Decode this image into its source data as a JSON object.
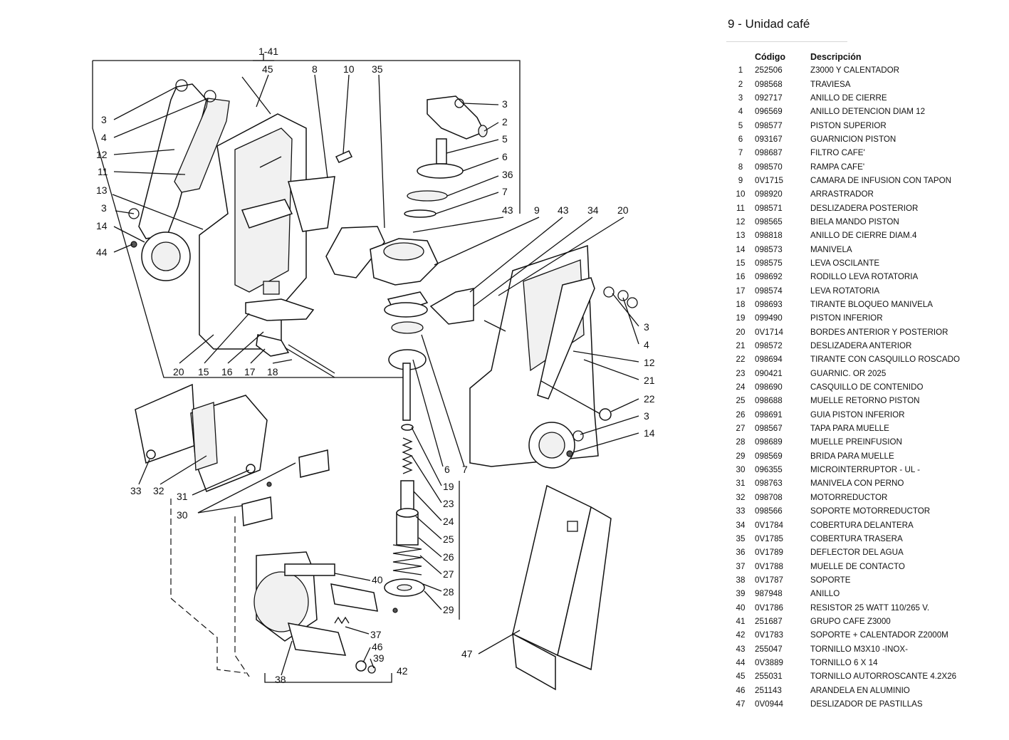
{
  "title": "9 - Unidad café",
  "table": {
    "headers": {
      "num": "",
      "code": "Código",
      "desc": "Descripción"
    },
    "rows": [
      {
        "n": "1",
        "code": "252506",
        "desc": "Z3000 Y CALENTADOR"
      },
      {
        "n": "2",
        "code": "098568",
        "desc": "TRAVIESA"
      },
      {
        "n": "3",
        "code": "092717",
        "desc": "ANILLO DE CIERRE"
      },
      {
        "n": "4",
        "code": "096569",
        "desc": "ANILLO DETENCION DIAM 12"
      },
      {
        "n": "5",
        "code": "098577",
        "desc": "PISTON SUPERIOR"
      },
      {
        "n": "6",
        "code": "093167",
        "desc": "GUARNICION PISTON"
      },
      {
        "n": "7",
        "code": "098687",
        "desc": "FILTRO CAFE'"
      },
      {
        "n": "8",
        "code": "098570",
        "desc": "RAMPA CAFE'"
      },
      {
        "n": "9",
        "code": "0V1715",
        "desc": "CAMARA DE INFUSION CON TAPON"
      },
      {
        "n": "10",
        "code": "098920",
        "desc": "ARRASTRADOR"
      },
      {
        "n": "11",
        "code": "098571",
        "desc": "DESLIZADERA POSTERIOR"
      },
      {
        "n": "12",
        "code": "098565",
        "desc": "BIELA MANDO PISTON"
      },
      {
        "n": "13",
        "code": "098818",
        "desc": "ANILLO DE CIERRE DIAM.4"
      },
      {
        "n": "14",
        "code": "098573",
        "desc": "MANIVELA"
      },
      {
        "n": "15",
        "code": "098575",
        "desc": "LEVA OSCILANTE"
      },
      {
        "n": "16",
        "code": "098692",
        "desc": "RODILLO LEVA ROTATORIA"
      },
      {
        "n": "17",
        "code": "098574",
        "desc": "LEVA ROTATORIA"
      },
      {
        "n": "18",
        "code": "098693",
        "desc": "TIRANTE BLOQUEO MANIVELA"
      },
      {
        "n": "19",
        "code": "099490",
        "desc": "PISTON INFERIOR"
      },
      {
        "n": "20",
        "code": "0V1714",
        "desc": "BORDES ANTERIOR Y POSTERIOR"
      },
      {
        "n": "21",
        "code": "098572",
        "desc": "DESLIZADERA ANTERIOR"
      },
      {
        "n": "22",
        "code": "098694",
        "desc": "TIRANTE CON CASQUILLO ROSCADO"
      },
      {
        "n": "23",
        "code": "090421",
        "desc": "GUARNIC. OR 2025"
      },
      {
        "n": "24",
        "code": "098690",
        "desc": "CASQUILLO DE CONTENIDO"
      },
      {
        "n": "25",
        "code": "098688",
        "desc": "MUELLE RETORNO PISTON"
      },
      {
        "n": "26",
        "code": "098691",
        "desc": "GUIA PISTON INFERIOR"
      },
      {
        "n": "27",
        "code": "098567",
        "desc": "TAPA PARA MUELLE"
      },
      {
        "n": "28",
        "code": "098689",
        "desc": "MUELLE PREINFUSION"
      },
      {
        "n": "29",
        "code": "098569",
        "desc": "BRIDA PARA MUELLE"
      },
      {
        "n": "30",
        "code": "096355",
        "desc": "MICROINTERRUPTOR - UL -"
      },
      {
        "n": "31",
        "code": "098763",
        "desc": "MANIVELA CON PERNO"
      },
      {
        "n": "32",
        "code": "098708",
        "desc": "MOTORREDUCTOR"
      },
      {
        "n": "33",
        "code": "098566",
        "desc": "SOPORTE MOTORREDUCTOR"
      },
      {
        "n": "34",
        "code": "0V1784",
        "desc": "COBERTURA DELANTERA"
      },
      {
        "n": "35",
        "code": "0V1785",
        "desc": "COBERTURA TRASERA"
      },
      {
        "n": "36",
        "code": "0V1789",
        "desc": "DEFLECTOR DEL AGUA"
      },
      {
        "n": "37",
        "code": "0V1788",
        "desc": "MUELLE DE CONTACTO"
      },
      {
        "n": "38",
        "code": "0V1787",
        "desc": "SOPORTE"
      },
      {
        "n": "39",
        "code": "987948",
        "desc": "ANILLO"
      },
      {
        "n": "40",
        "code": "0V1786",
        "desc": "RESISTOR 25 WATT 110/265 V."
      },
      {
        "n": "41",
        "code": "251687",
        "desc": "GRUPO CAFE Z3000"
      },
      {
        "n": "42",
        "code": "0V1783",
        "desc": "SOPORTE + CALENTADOR Z2000M"
      },
      {
        "n": "43",
        "code": "255047",
        "desc": "TORNILLO M3X10 -INOX-"
      },
      {
        "n": "44",
        "code": "0V3889",
        "desc": "TORNILLO 6 X 14"
      },
      {
        "n": "45",
        "code": "255031",
        "desc": "TORNILLO AUTORROSCANTE 4.2X26"
      },
      {
        "n": "46",
        "code": "251143",
        "desc": "ARANDELA EN ALUMINIO"
      },
      {
        "n": "47",
        "code": "0V0944",
        "desc": "DESLIZADOR DE PASTILLAS"
      }
    ]
  },
  "callouts": {
    "group": "1-41",
    "c45": "45",
    "c8": "8",
    "c10": "10",
    "c35": "35",
    "c3a": "3",
    "c2": "2",
    "c5": "5",
    "c6a": "6",
    "c36": "36",
    "c7a": "7",
    "c43a": "43",
    "c9": "9",
    "c43b": "43",
    "c34": "34",
    "c20a": "20",
    "c3l1": "3",
    "c4l": "4",
    "c12l": "12",
    "c11": "11",
    "c13": "13",
    "c3l2": "3",
    "c14l": "14",
    "c44": "44",
    "c20b": "20",
    "c15": "15",
    "c16": "16",
    "c17": "17",
    "c18": "18",
    "c3r1": "3",
    "c4r": "4",
    "c12r": "12",
    "c21": "21",
    "c22": "22",
    "c3r2": "3",
    "c14r": "14",
    "c6b": "6",
    "c7b": "7",
    "c19": "19",
    "c23": "23",
    "c24": "24",
    "c25": "25",
    "c26": "26",
    "c27": "27",
    "c28": "28",
    "c29": "29",
    "c33": "33",
    "c32": "32",
    "c31": "31",
    "c30": "30",
    "c40": "40",
    "c37": "37",
    "c46": "46",
    "c39": "39",
    "c42": "42",
    "c38": "38",
    "c47": "47"
  }
}
